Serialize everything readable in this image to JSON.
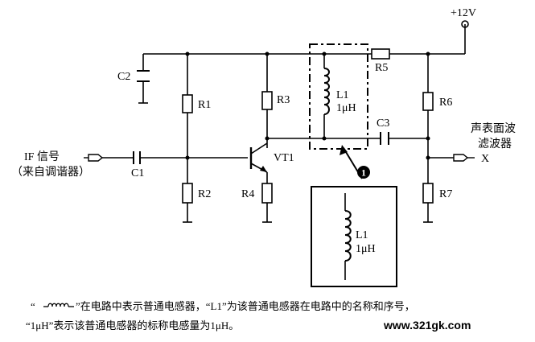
{
  "labels": {
    "supply": "+12V",
    "c2": "C2",
    "r1": "R1",
    "r2": "R2",
    "r3": "R3",
    "r4": "R4",
    "r5": "R5",
    "r6": "R6",
    "r7": "R7",
    "c1": "C1",
    "c3": "C3",
    "vt1": "VT1",
    "l1": "L1",
    "l1_value": "1μH",
    "input_line1": "IF 信号",
    "input_line2": "（来自调谐器）",
    "output_line1": "声表面波",
    "output_line2": "滤波器",
    "output_x": "X",
    "callout_number": "1",
    "zoom_l1": "L1",
    "zoom_value": "1μH"
  },
  "caption": {
    "line1_open": "“",
    "line1_rest": "”在电路中表示普通电感器，“L1”为该普通电感器在电路中的名称和序号，",
    "line2": "“1μH”表示该普通电感器的标称电感量为1μH。"
  },
  "watermark": "www.321gk.com",
  "colors": {
    "ink": "#000000",
    "watermark": "#000000"
  }
}
